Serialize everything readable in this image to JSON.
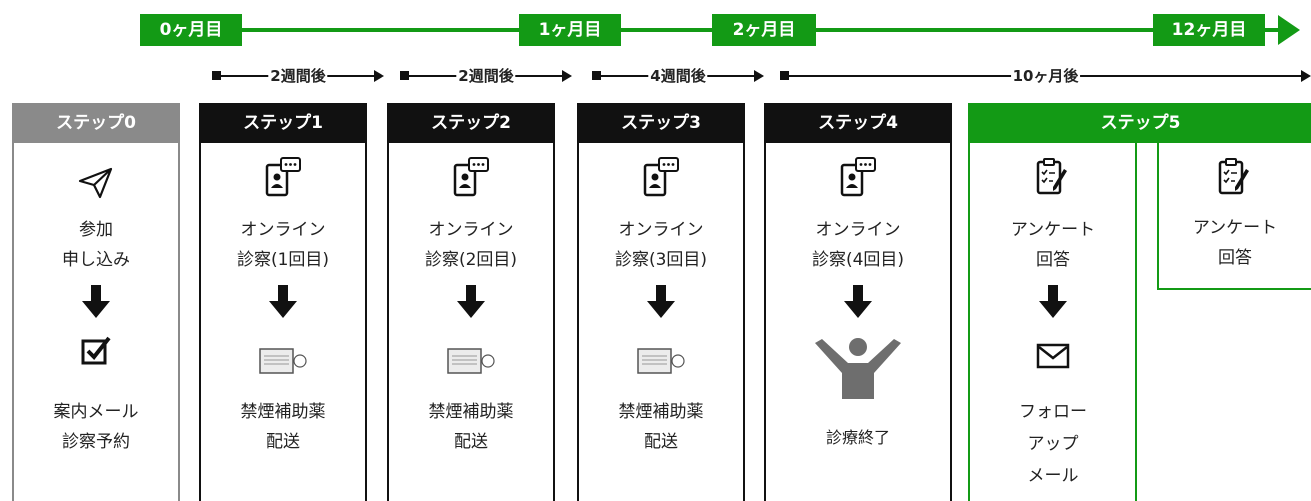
{
  "timeline": {
    "months": [
      "0ヶ月目",
      "1ヶ月目",
      "2ヶ月目",
      "12ヶ月目"
    ],
    "intervals": [
      "2週間後",
      "2週間後",
      "4週間後",
      "10ヶ月後"
    ]
  },
  "steps": [
    {
      "header": "ステップ0",
      "top_text": [
        "参加",
        "申し込み"
      ],
      "bottom_text": [
        "案内メール",
        "診察予約"
      ]
    },
    {
      "header": "ステップ1",
      "top_text": [
        "オンライン",
        "診察(1回目)"
      ],
      "bottom_text": [
        "禁煙補助薬",
        "配送"
      ]
    },
    {
      "header": "ステップ2",
      "top_text": [
        "オンライン",
        "診察(2回目)"
      ],
      "bottom_text": [
        "禁煙補助薬",
        "配送"
      ]
    },
    {
      "header": "ステップ3",
      "top_text": [
        "オンライン",
        "診察(3回目)"
      ],
      "bottom_text": [
        "禁煙補助薬",
        "配送"
      ]
    },
    {
      "header": "ステップ4",
      "top_text": [
        "オンライン",
        "診察(4回目)"
      ],
      "bottom_text": [
        "診療終了"
      ]
    },
    {
      "header": "ステップ5",
      "top_text": [
        "アンケート",
        "回答"
      ],
      "bottom_text": [
        "フォロー",
        "アップ",
        "メール"
      ],
      "sub_text": [
        "アンケート",
        "回答"
      ]
    }
  ],
  "colors": {
    "green": "#139a15",
    "gray": "#8a8a8a",
    "black": "#111111"
  }
}
